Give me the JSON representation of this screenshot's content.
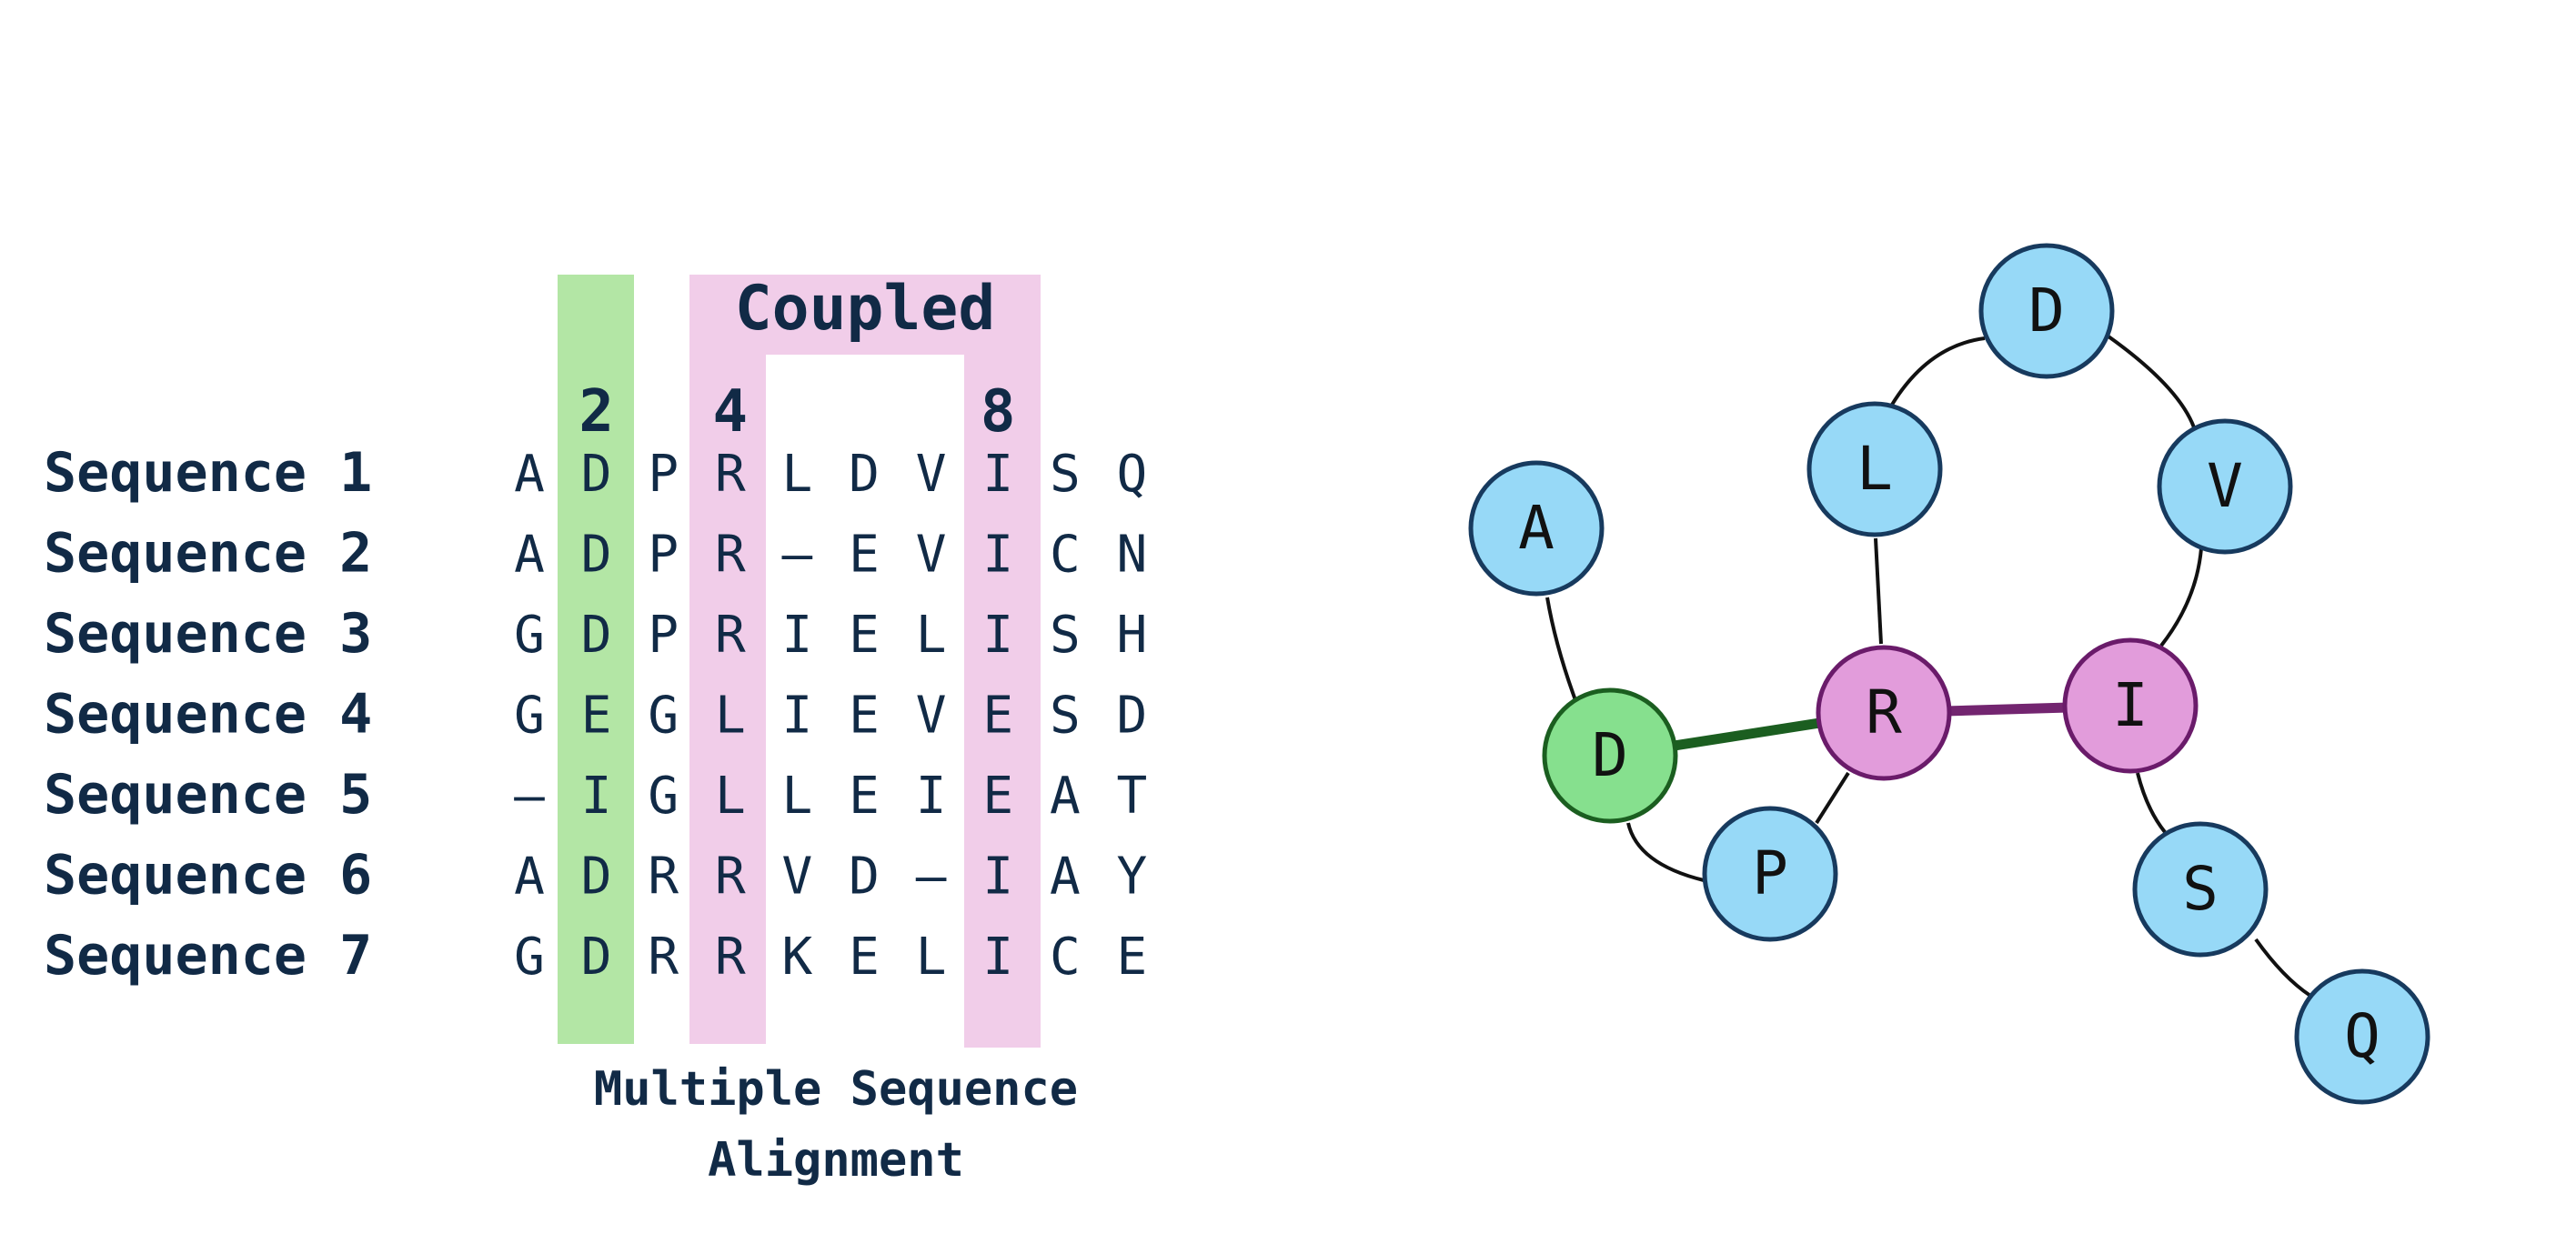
{
  "alignment": {
    "highlight_green": "#b3e6a5",
    "highlight_pink": "#f1cde9",
    "coupled_label": "Coupled",
    "column_numbers": [
      {
        "text": "2",
        "col": 1
      },
      {
        "text": "4",
        "col": 3
      },
      {
        "text": "8",
        "col": 7
      }
    ],
    "caption_line1": "Multiple Sequence",
    "caption_line2": "Alignment",
    "rows": [
      {
        "label": "Sequence 1",
        "residues": [
          "A",
          "D",
          "P",
          "R",
          "L",
          "D",
          "V",
          "I",
          "S",
          "Q"
        ]
      },
      {
        "label": "Sequence 2",
        "residues": [
          "A",
          "D",
          "P",
          "R",
          "–",
          "E",
          "V",
          "I",
          "C",
          "N"
        ]
      },
      {
        "label": "Sequence 3",
        "residues": [
          "G",
          "D",
          "P",
          "R",
          "I",
          "E",
          "L",
          "I",
          "S",
          "H"
        ]
      },
      {
        "label": "Sequence 4",
        "residues": [
          "G",
          "E",
          "G",
          "L",
          "I",
          "E",
          "V",
          "E",
          "S",
          "D"
        ]
      },
      {
        "label": "Sequence 5",
        "residues": [
          "–",
          "I",
          "G",
          "L",
          "L",
          "E",
          "I",
          "E",
          "A",
          "T"
        ]
      },
      {
        "label": "Sequence 6",
        "residues": [
          "A",
          "D",
          "R",
          "R",
          "V",
          "D",
          "–",
          "I",
          "A",
          "Y"
        ]
      },
      {
        "label": "Sequence 7",
        "residues": [
          "G",
          "D",
          "R",
          "R",
          "K",
          "E",
          "L",
          "I",
          "C",
          "E"
        ]
      }
    ]
  },
  "structure": {
    "colors": {
      "default_fill": "#97d9f7",
      "default_stroke": "#173a5e",
      "green_fill": "#86e08e",
      "green_stroke": "#1b5e20",
      "pink_fill": "#e29cdb",
      "pink_stroke": "#6a1b6a",
      "green_contact": "#1b5e20",
      "pink_contact": "#732570"
    },
    "nodes": [
      {
        "id": "A",
        "label": "A",
        "kind": "default"
      },
      {
        "id": "D2",
        "label": "D",
        "kind": "green"
      },
      {
        "id": "P",
        "label": "P",
        "kind": "default"
      },
      {
        "id": "R",
        "label": "R",
        "kind": "pink"
      },
      {
        "id": "L",
        "label": "L",
        "kind": "default"
      },
      {
        "id": "D6",
        "label": "D",
        "kind": "default"
      },
      {
        "id": "V",
        "label": "V",
        "kind": "default"
      },
      {
        "id": "I",
        "label": "I",
        "kind": "pink"
      },
      {
        "id": "S",
        "label": "S",
        "kind": "default"
      },
      {
        "id": "Q",
        "label": "Q",
        "kind": "default"
      }
    ],
    "edges": [
      {
        "from": "A",
        "to": "D2",
        "kind": "backbone"
      },
      {
        "from": "D2",
        "to": "P",
        "kind": "backbone"
      },
      {
        "from": "P",
        "to": "R",
        "kind": "backbone"
      },
      {
        "from": "R",
        "to": "L",
        "kind": "backbone"
      },
      {
        "from": "L",
        "to": "D6",
        "kind": "backbone"
      },
      {
        "from": "D6",
        "to": "V",
        "kind": "backbone"
      },
      {
        "from": "V",
        "to": "I",
        "kind": "backbone"
      },
      {
        "from": "I",
        "to": "S",
        "kind": "backbone"
      },
      {
        "from": "S",
        "to": "Q",
        "kind": "backbone"
      },
      {
        "from": "D2",
        "to": "R",
        "kind": "green-contact"
      },
      {
        "from": "R",
        "to": "I",
        "kind": "pink-contact"
      }
    ]
  }
}
